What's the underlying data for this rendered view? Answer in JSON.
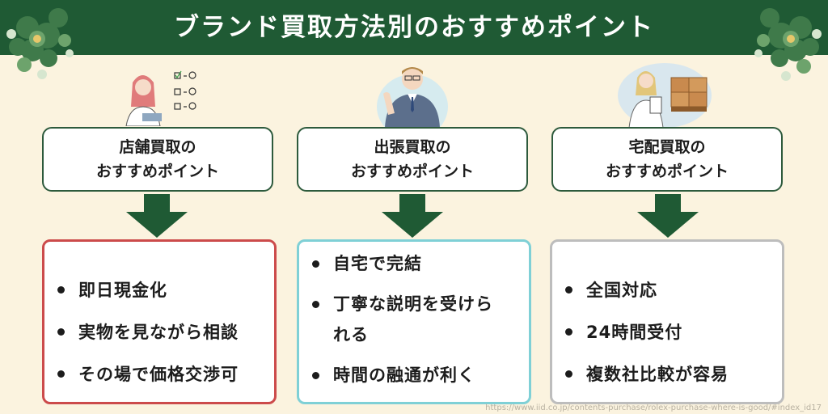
{
  "header": {
    "title": "ブランド買取方法別のおすすめポイント"
  },
  "columns": [
    {
      "method_line1": "店舗買取の",
      "method_line2": "おすすめポイント",
      "points": [
        "即日現金化",
        "実物を見ながら相談",
        "その場で価格交渉可"
      ]
    },
    {
      "method_line1": "出張買取の",
      "method_line2": "おすすめポイント",
      "points": [
        "自宅で完結",
        "丁寧な説明を受けられる",
        "時間の融通が利く"
      ]
    },
    {
      "method_line1": "宅配買取の",
      "method_line2": "おすすめポイント",
      "points": [
        "全国対応",
        "24時間受付",
        "複数社比較が容易"
      ]
    }
  ],
  "footer": {
    "source": "https://www.iid.co.jp/contents-purchase/rolex-purchase-where-is-good/#index_id17"
  },
  "colors": {
    "banner": "#1f5a34",
    "background": "#fbf3df",
    "arrow": "#1f5a34",
    "box1_border": "#cc4b4b",
    "box2_border": "#7fd0d6",
    "box3_border": "#bdbdbd"
  },
  "icons": [
    "flower-ornament-icon",
    "checklist-icon",
    "down-arrow-icon"
  ]
}
